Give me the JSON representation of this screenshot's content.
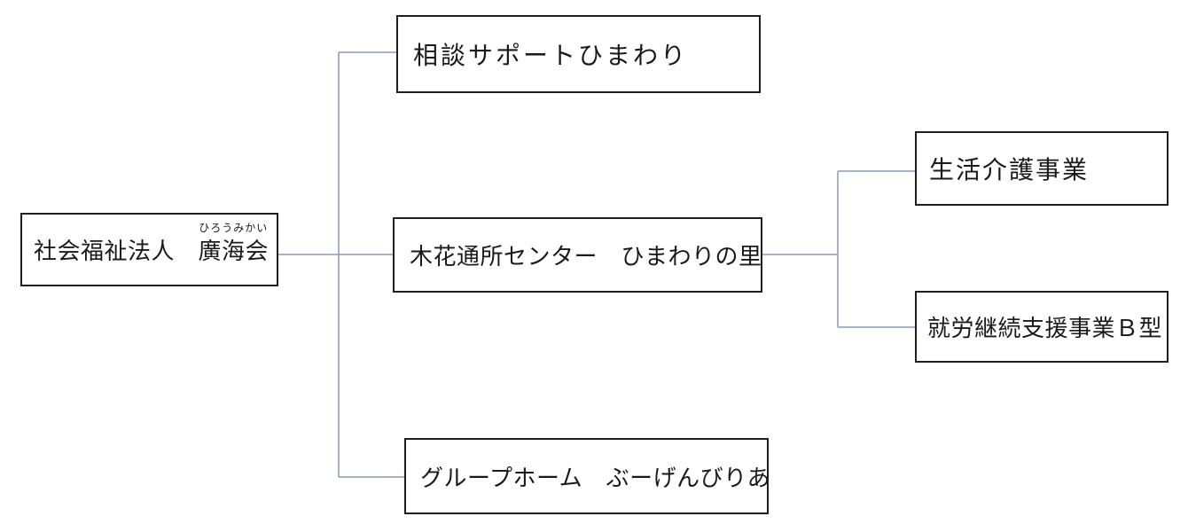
{
  "colors": {
    "background": "#ffffff",
    "box-fill": "#ffffff",
    "box-border": "#1f1f1f",
    "connector-color": "#8a9ab1",
    "text-color": "#1a1a1a"
  },
  "chart": {
    "root": {
      "prefix": "社会福祉法人　",
      "main": "廣海会",
      "furigana": "ひろうみかい"
    },
    "level1": [
      {
        "label": "相談サポートひまわり"
      },
      {
        "label": "木花通所センター　ひまわりの里"
      },
      {
        "label": "グループホーム　ぶーげんびりあ"
      }
    ],
    "level2": [
      {
        "label": "生活介護事業"
      },
      {
        "label": "就労継続支援事業Ｂ型"
      }
    ]
  }
}
